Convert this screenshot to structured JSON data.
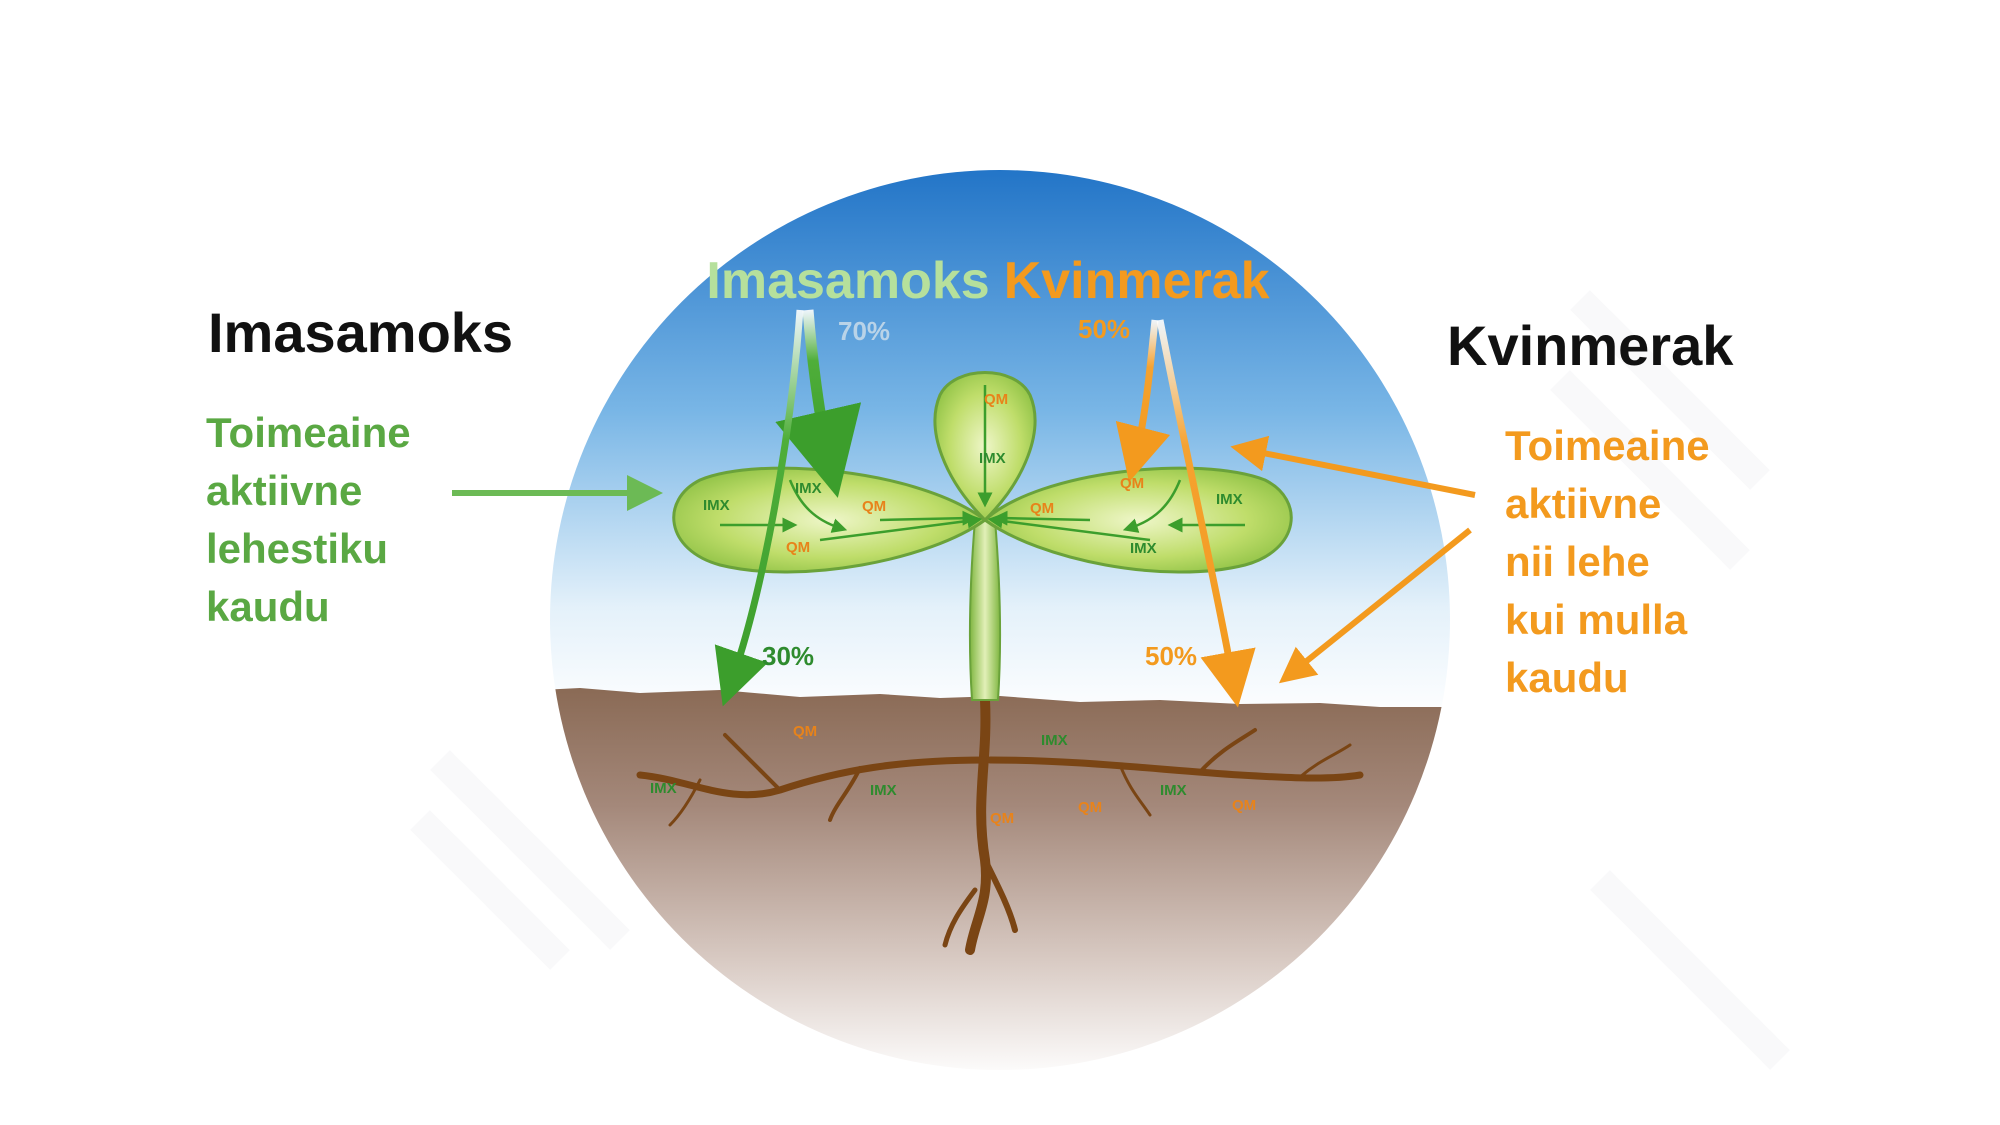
{
  "colors": {
    "imasamoks_green": "#5aa843",
    "kvinmerak_orange": "#f39a1e",
    "dark_green_label": "#2e8b2e",
    "orange_label": "#e8831a",
    "soil": "#8a6a55",
    "root": "#7a4514",
    "sky_top": "#1f72c6",
    "leaf": "#a8d04a"
  },
  "left_panel": {
    "title": "Imasamoks",
    "desc_lines": [
      "Toimeaine",
      "aktiivne",
      "lehestiku",
      "kaudu"
    ]
  },
  "right_panel": {
    "title": "Kvinmerak",
    "desc_lines": [
      "Toimeaine",
      "aktiivne",
      "nii lehe",
      "kui mulla",
      "kaudu"
    ]
  },
  "circle": {
    "headline_green": "Imasamoks",
    "headline_orange": "Kvinmerak",
    "pct_green_leaf": "70%",
    "pct_green_soil": "30%",
    "pct_orange_leaf": "50%",
    "pct_orange_soil": "50%",
    "leaf_left_labels": [
      "IMX",
      "IMX",
      "QM",
      "QM"
    ],
    "leaf_top_labels": [
      "QM",
      "IMX"
    ],
    "leaf_right_labels": [
      "QM",
      "IMX",
      "QM",
      "IMX"
    ],
    "soil_labels": [
      "QM",
      "IMX",
      "IMX",
      "IMX",
      "QM",
      "QM",
      "IMX",
      "QM"
    ]
  }
}
